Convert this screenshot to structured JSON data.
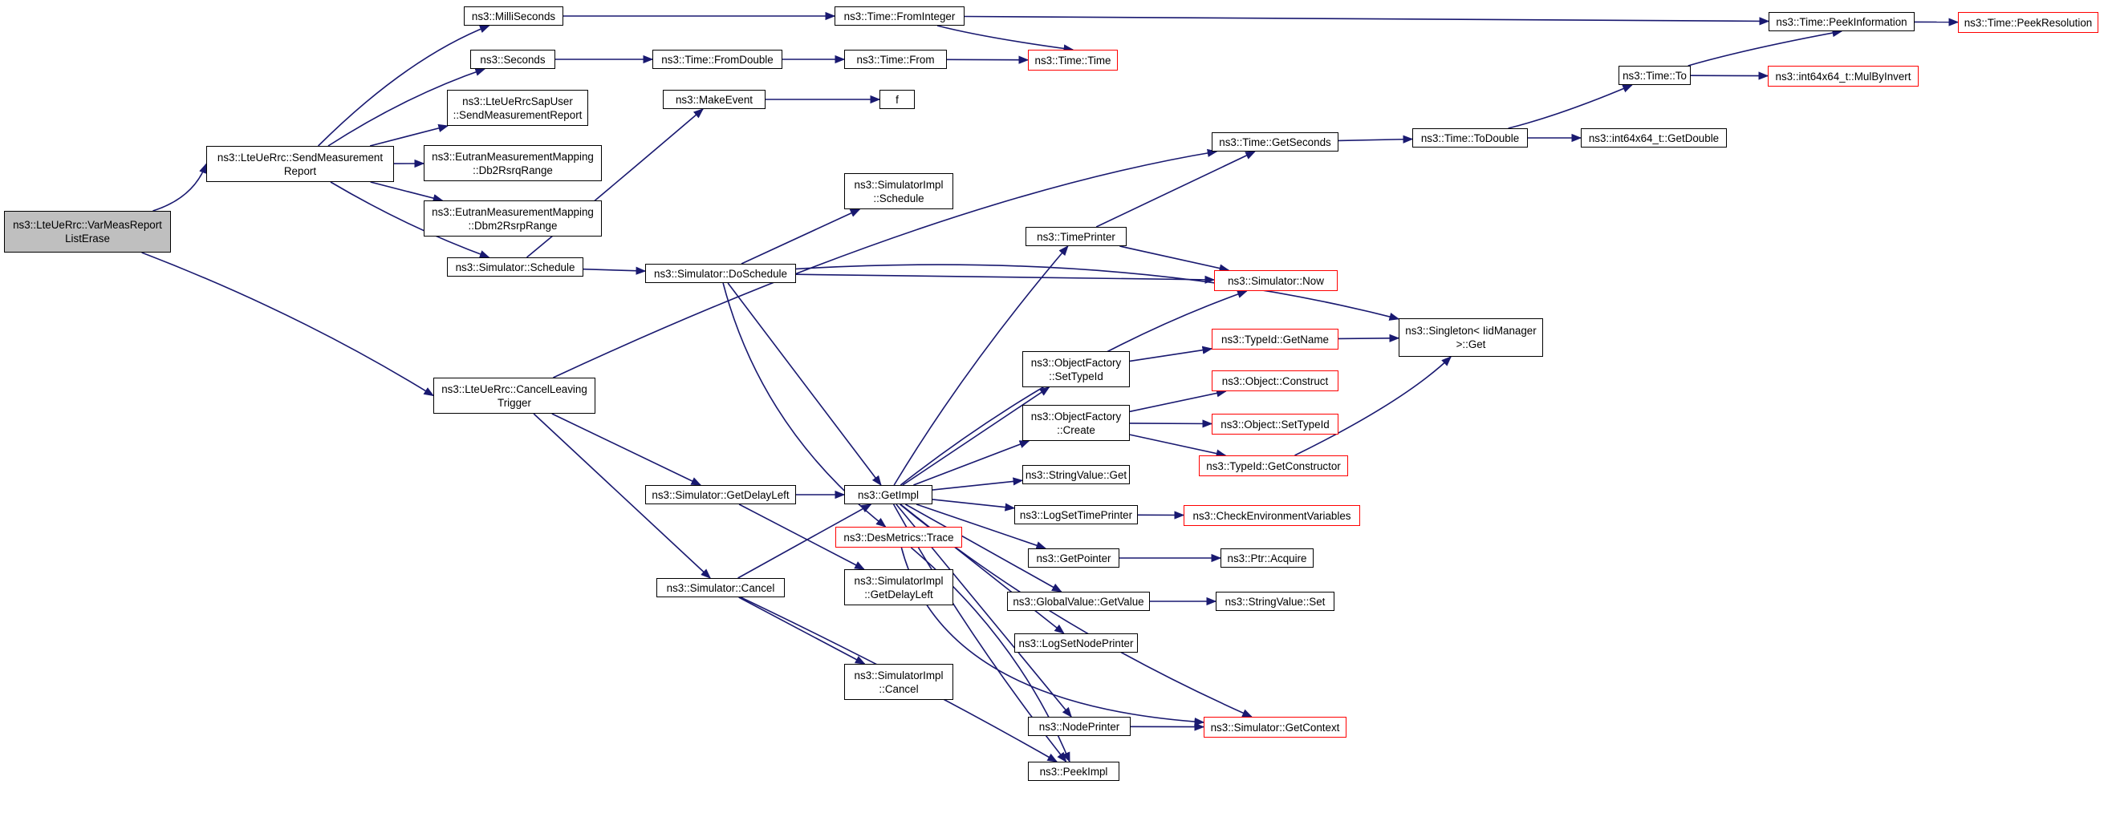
{
  "graph": {
    "colors": {
      "edge": "#191970",
      "root_fill": "#bfbfbf",
      "truncated_border": "#ff0000",
      "node_border": "#000000"
    },
    "nodes": [
      {
        "id": "root",
        "label": "ns3::LteUeRrc::VarMeasReport\nListErase",
        "style": "root"
      },
      {
        "id": "send",
        "label": "ns3::LteUeRrc::SendMeasurement\nReport"
      },
      {
        "id": "cancelLeave",
        "label": "ns3::LteUeRrc::CancelLeaving\nTrigger"
      },
      {
        "id": "milli",
        "label": "ns3::MilliSeconds"
      },
      {
        "id": "seconds",
        "label": "ns3::Seconds"
      },
      {
        "id": "sap",
        "label": "ns3::LteUeRrcSapUser\n::SendMeasurementReport"
      },
      {
        "id": "db2",
        "label": "ns3::EutranMeasurementMapping\n::Db2RsrqRange"
      },
      {
        "id": "dbm2",
        "label": "ns3::EutranMeasurementMapping\n::Dbm2RsrpRange"
      },
      {
        "id": "simSchedule",
        "label": "ns3::Simulator::Schedule"
      },
      {
        "id": "fromInteger",
        "label": "ns3::Time::FromInteger"
      },
      {
        "id": "fromDouble",
        "label": "ns3::Time::FromDouble"
      },
      {
        "id": "from",
        "label": "ns3::Time::From"
      },
      {
        "id": "timeTime",
        "label": "ns3::Time::Time",
        "style": "red"
      },
      {
        "id": "makeEvent",
        "label": "ns3::MakeEvent"
      },
      {
        "id": "f",
        "label": "f"
      },
      {
        "id": "peekInfo",
        "label": "ns3::Time::PeekInformation"
      },
      {
        "id": "peekRes",
        "label": "ns3::Time::PeekResolution",
        "style": "red"
      },
      {
        "id": "timeTo",
        "label": "ns3::Time::To"
      },
      {
        "id": "mulByInvert",
        "label": "ns3::int64x64_t::MulByInvert",
        "style": "red"
      },
      {
        "id": "getSeconds",
        "label": "ns3::Time::GetSeconds"
      },
      {
        "id": "toDouble",
        "label": "ns3::Time::ToDouble"
      },
      {
        "id": "getDouble",
        "label": "ns3::int64x64_t::GetDouble"
      },
      {
        "id": "simImplSchedule",
        "label": "ns3::SimulatorImpl\n::Schedule"
      },
      {
        "id": "doSchedule",
        "label": "ns3::Simulator::DoSchedule"
      },
      {
        "id": "timePrinter",
        "label": "ns3::TimePrinter"
      },
      {
        "id": "simNow",
        "label": "ns3::Simulator::Now",
        "style": "red"
      },
      {
        "id": "singleton",
        "label": "ns3::Singleton< IidManager\n>::Get"
      },
      {
        "id": "ofSetTypeId",
        "label": "ns3::ObjectFactory\n::SetTypeId"
      },
      {
        "id": "typeIdGetName",
        "label": "ns3::TypeId::GetName",
        "style": "red"
      },
      {
        "id": "objConstruct",
        "label": "ns3::Object::Construct",
        "style": "red"
      },
      {
        "id": "ofCreate",
        "label": "ns3::ObjectFactory\n::Create"
      },
      {
        "id": "objSetTypeId",
        "label": "ns3::Object::SetTypeId",
        "style": "red"
      },
      {
        "id": "getConstructor",
        "label": "ns3::TypeId::GetConstructor",
        "style": "red"
      },
      {
        "id": "getDelayLeft",
        "label": "ns3::Simulator::GetDelayLeft"
      },
      {
        "id": "getImpl",
        "label": "ns3::GetImpl"
      },
      {
        "id": "stringGet",
        "label": "ns3::StringValue::Get"
      },
      {
        "id": "logSetTime",
        "label": "ns3::LogSetTimePrinter"
      },
      {
        "id": "checkEnv",
        "label": "ns3::CheckEnvironmentVariables",
        "style": "red"
      },
      {
        "id": "desTrace",
        "label": "ns3::DesMetrics::Trace",
        "style": "red"
      },
      {
        "id": "getPointer",
        "label": "ns3::GetPointer"
      },
      {
        "id": "ptrAcquire",
        "label": "ns3::Ptr::Acquire"
      },
      {
        "id": "simCancel",
        "label": "ns3::Simulator::Cancel"
      },
      {
        "id": "simImplGetDelay",
        "label": "ns3::SimulatorImpl\n::GetDelayLeft"
      },
      {
        "id": "gvGetValue",
        "label": "ns3::GlobalValue::GetValue"
      },
      {
        "id": "stringSet",
        "label": "ns3::StringValue::Set"
      },
      {
        "id": "logSetNode",
        "label": "ns3::LogSetNodePrinter"
      },
      {
        "id": "simImplCancel",
        "label": "ns3::SimulatorImpl\n::Cancel"
      },
      {
        "id": "nodePrinter",
        "label": "ns3::NodePrinter"
      },
      {
        "id": "getContext",
        "label": "ns3::Simulator::GetContext",
        "style": "red"
      },
      {
        "id": "peekImpl",
        "label": "ns3::PeekImpl"
      }
    ]
  }
}
